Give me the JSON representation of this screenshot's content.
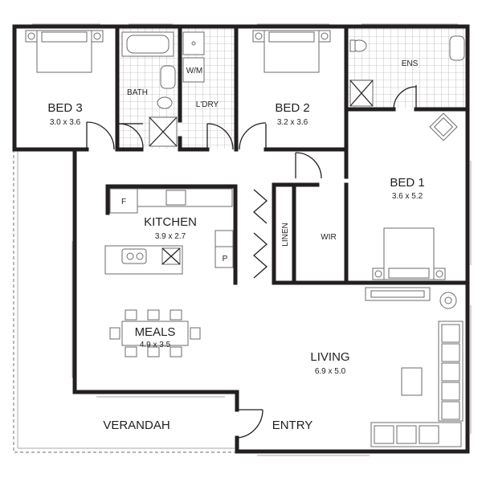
{
  "rooms": {
    "bed3": {
      "name": "BED 3",
      "size": "3.0 x 3.6"
    },
    "bath": {
      "name": "BATH"
    },
    "wm": {
      "name": "W/M"
    },
    "ldry": {
      "name": "L'DRY"
    },
    "bed2": {
      "name": "BED 2",
      "size": "3.2 x 3.6"
    },
    "ens": {
      "name": "ENS"
    },
    "bed1": {
      "name": "BED 1",
      "size": "3.6 x 5.2"
    },
    "kitchen": {
      "name": "KITCHEN",
      "size": "3.9 x 2.7"
    },
    "fridge": {
      "name": "F"
    },
    "pantry": {
      "name": "P"
    },
    "linen": {
      "name": "LINEN"
    },
    "wir": {
      "name": "WIR"
    },
    "meals": {
      "name": "MEALS",
      "size": "4.9 x 3.5"
    },
    "living": {
      "name": "LIVING",
      "size": "6.9 x 5.0"
    },
    "verandah": {
      "name": "VERANDAH"
    },
    "entry": {
      "name": "ENTRY"
    }
  }
}
